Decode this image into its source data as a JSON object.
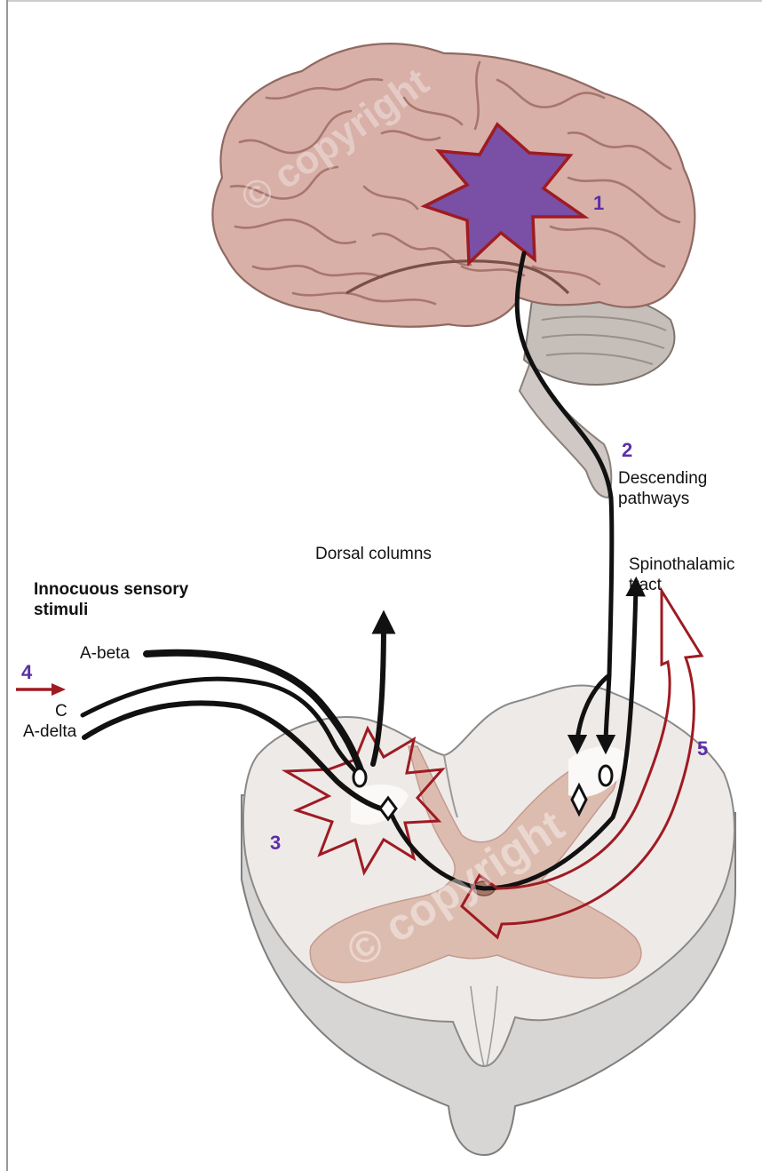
{
  "labels": {
    "descending": "Descending\npathways",
    "dorsal": "Dorsal columns",
    "spinothalamic": "Spinothalamic\ntract",
    "innocuous": "Innocuous sensory\nstimuli",
    "a_beta": "A-beta",
    "c": "C",
    "a_delta": "A-delta"
  },
  "numbers": {
    "n1": "1",
    "n2": "2",
    "n3": "3",
    "n4": "4",
    "n5": "5"
  },
  "watermark": "© copyright",
  "colors": {
    "accent_purple": "#5b2fa6",
    "pain_red": "#9e1b22",
    "brain": "#d8b0a8",
    "cord_white": "#eeeae8",
    "gray_matter": "#ddbcb0"
  }
}
